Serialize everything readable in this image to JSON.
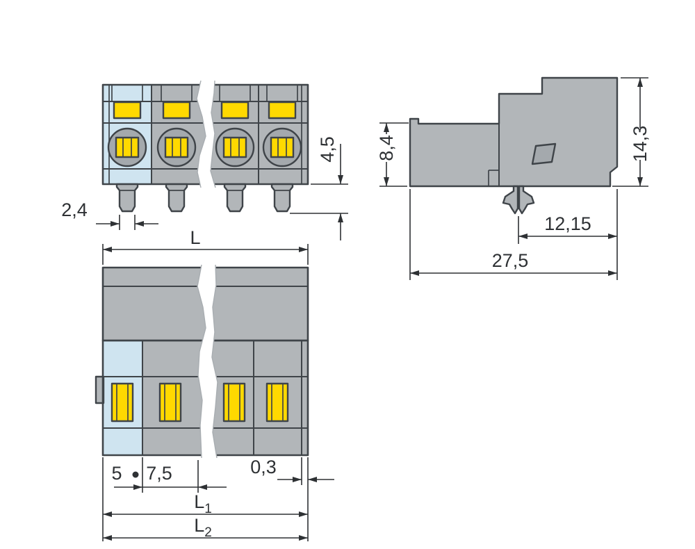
{
  "drawing": {
    "kind": "connector-dimensional-drawing",
    "views": {
      "front": "front view with solder pins",
      "side": "side profile with snap-in foot",
      "plan": "top view with terminal slots"
    }
  },
  "dimensions": {
    "front_view": {
      "pin_width": "2,4",
      "pin_length": "4,5"
    },
    "side_view": {
      "lower_height": "8,4",
      "total_height": "14,3",
      "latch_to_front": "12,15",
      "total_depth": "27,5"
    },
    "top_view": {
      "overall_length": "L",
      "pitch_option_small": "5",
      "pitch_option_large": "7,5",
      "end_gap": "0,3",
      "length1_base": "L",
      "length1_sub": "1",
      "length2_base": "L",
      "length2_sub": "2"
    }
  },
  "colors": {
    "background": "#ffffff",
    "body": "#b2b6b9",
    "body_dark": "#a4a9ad",
    "outline": "#3f4449",
    "yellow": "#ffd900",
    "light_blue": "#cfe4f0",
    "dim": "#2e3134",
    "tear_edge": "#a8adb1"
  }
}
